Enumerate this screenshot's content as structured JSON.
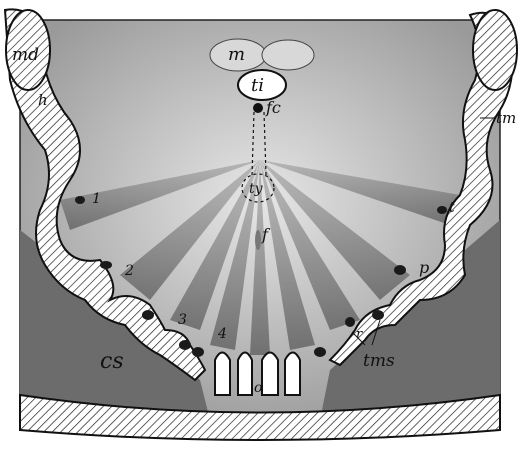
{
  "figure": {
    "labels": {
      "md": "md",
      "h": "h",
      "m": "m",
      "ti": "ti",
      "fc": "fc",
      "ty": "ty",
      "f": "f",
      "tm": "tm",
      "one": "1",
      "two": "2",
      "three": "3",
      "four": "4",
      "zero": "o",
      "t": "t",
      "p": "p",
      "r": "r",
      "tms": "tms",
      "cs": "cs"
    }
  }
}
